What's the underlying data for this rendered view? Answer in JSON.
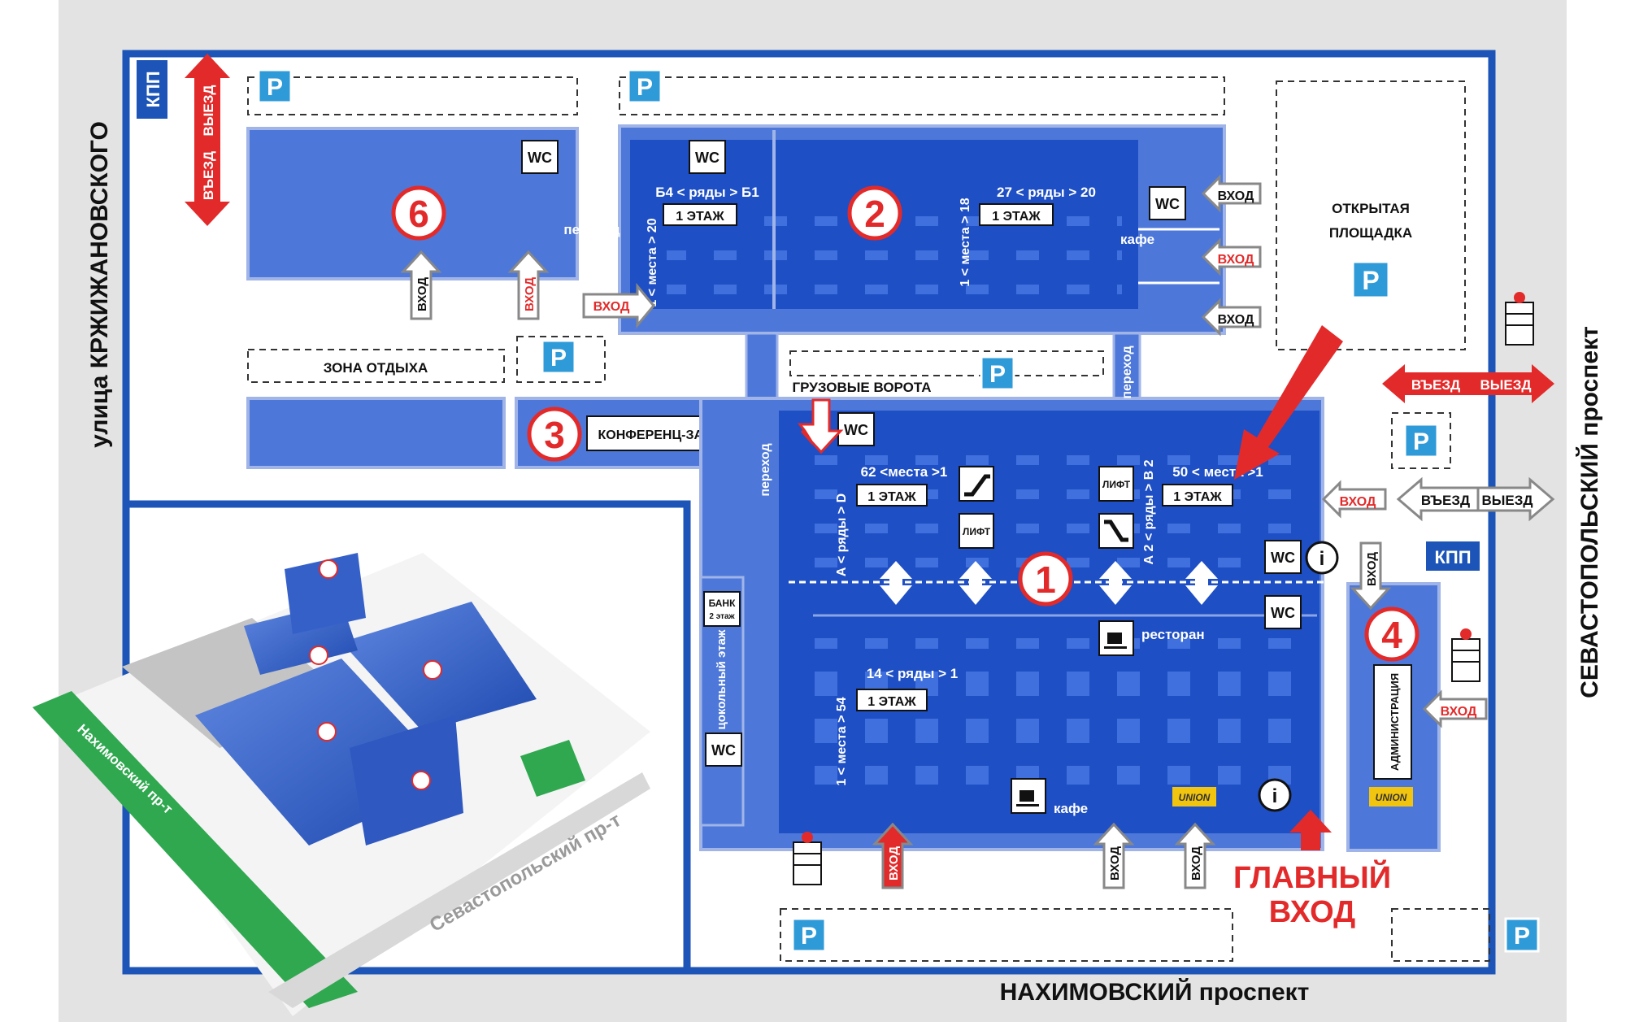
{
  "streets": {
    "left": "улица КРЖИЖАНОВСКОГО",
    "right": "СЕВАСТОПОЛЬСКИЙ проспект",
    "bottom": "НАХИМОВСКИЙ проспект"
  },
  "kpp": "КПП",
  "entry": "ВЪЕЗД",
  "exit": "ВЫЕЗД",
  "vhod": "ВХОД",
  "wc": "WC",
  "parking": "P",
  "lift": "ЛИФТ",
  "floor1": "1 ЭТАЖ",
  "cafe": "кафе",
  "perekhod": "переход",
  "restaurant": "ресторан",
  "zones": {
    "rest_zone": "ЗОНА ОТДЫХА",
    "open_area_1": "ОТКРЫТАЯ",
    "open_area_2": "ПЛОЩАДКА",
    "cargo_gate": "ГРУЗОВЫЕ ВОРОТА",
    "conference": "КОНФЕРЕНЦ-ЗАЛ",
    "bank_1": "БАНК",
    "bank_2": "2 этаж",
    "basement": "цокольный этаж",
    "admin": "АДМИНИСТРАЦИЯ",
    "main_entrance_1": "ГЛАВНЫЙ",
    "main_entrance_2": "ВХОД",
    "union": "UNION"
  },
  "pavilions": {
    "p1": "1",
    "p2": "2",
    "p3": "3",
    "p4": "4",
    "p6": "6"
  },
  "pavilion2": {
    "rows_left": "Б4 < ряды > Б1",
    "rows_right": "27 < ряды > 20",
    "seats_left": "1 < места > 20",
    "seats_right": "1 < места > 18"
  },
  "pavilion1": {
    "seats_a": "62 <места >1",
    "seats_b": "50 < места >1",
    "rows_a": "А < ряды > D",
    "rows_b": "А 2 < ряды > В 2",
    "rows_c": "14 < ряды > 1",
    "seats_c": "1 < места > 54"
  },
  "inset": {
    "street_1": "Нахимовский пр-т",
    "street_2": "Севастопольский пр-т"
  },
  "colors": {
    "hall_blue": "#1f4fc4",
    "building_blue": "#4d78d9",
    "frame_blue": "#1c55b7",
    "red": "#e32a2a",
    "parking_blue": "#2f9ad8",
    "green": "#2fa84f"
  }
}
